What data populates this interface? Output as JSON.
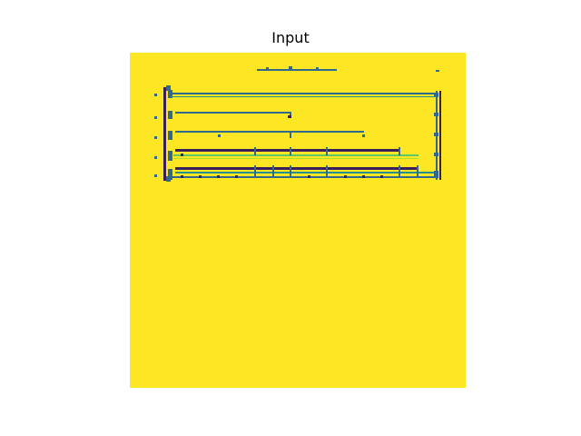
{
  "figure": {
    "title": "Input"
  },
  "image": {
    "subject": "sheet-music-staff-scan",
    "colormap": "viridis",
    "colors": {
      "background": "#fde725",
      "ink_dark": "#3b1f5a",
      "ink_mid": "#31688e",
      "ink_teal": "#21918c",
      "ink_green": "#5ec962",
      "ink_lime": "#b5de2b"
    }
  }
}
